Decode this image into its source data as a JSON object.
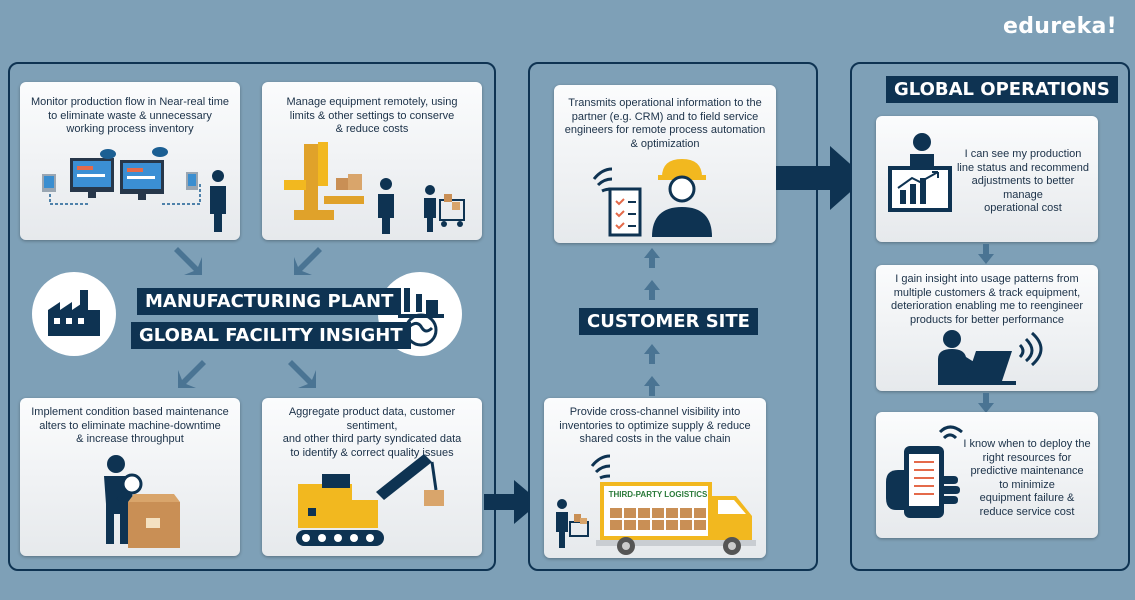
{
  "brand": "edureka!",
  "panel_left": {
    "labels": {
      "manufacturing": "MANUFACTURING PLANT",
      "facility": "GLOBAL FACILITY INSIGHT"
    },
    "cards": {
      "monitor": "Monitor production flow in Near-real time\nto eliminate waste & unnecessary\nworking process inventory",
      "manage": "Manage equipment remotely, using\nlimits & other settings to conserve\n& reduce costs",
      "maintenance": "Implement condition based maintenance\nalters to eliminate machine-downtime\n& increase throughput",
      "aggregate": "Aggregate product data, customer sentiment,\nand other third party syndicated data\nto identify & correct quality issues"
    },
    "icons": [
      "factory-icon",
      "globe-industry-icon"
    ]
  },
  "panel_middle": {
    "label": "CUSTOMER SITE",
    "cards": {
      "transmit": "Transmits operational information to the\npartner (e.g. CRM) and to field service\nengineers for remote process automation\n& optimization",
      "visibility": "Provide cross-channel visibility into\ninventories to optimize supply & reduce\nshared costs in the value chain"
    },
    "truck_label": "THIRD-PARTY LOGISTICS"
  },
  "panel_right": {
    "label": "GLOBAL OPERATIONS",
    "cards": {
      "status": "I can see my production\nline status and recommend\nadjustments to better manage\noperational cost",
      "insight": "I gain insight into usage patterns from\nmultiple customers & track equipment,\ndeterioration enabling me to reengineer\nproducts for better performance",
      "deploy": "I know when to deploy the\nright resources for\npredictive maintenance\nto minimize\nequipment failure &\nreduce service cost"
    }
  },
  "colors": {
    "navy": "#0e3352",
    "background": "#7ea0b7",
    "arrow": "#4a7493",
    "yellow": "#f2b81f",
    "amber": "#e0a22a",
    "box": "#c98f55"
  }
}
